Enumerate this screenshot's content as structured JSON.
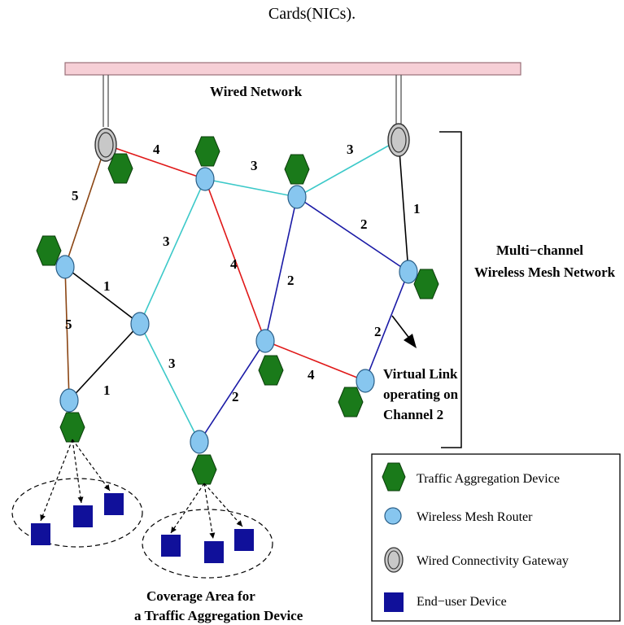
{
  "caption": "Cards(NICs).",
  "wired_network_label": "Wired Network",
  "mesh_label": [
    "Multi−channel",
    "Wireless Mesh Network"
  ],
  "virtual_link_label": [
    "Virtual Link",
    "operating on",
    "Channel 2"
  ],
  "coverage_label": [
    "Coverage Area for",
    "a Traffic Aggregation Device"
  ],
  "colors": {
    "wired_bar": "#f6cfd6",
    "router": "#87c6ef",
    "tad": "#1a7a1a",
    "gateway": "#c8c8c8",
    "enduser": "#10109a",
    "ch1": "#000000",
    "ch2": "#1a1aa6",
    "ch3": "#3cc9c9",
    "ch4": "#e01818",
    "ch5": "#8b4513"
  },
  "link_labels": [
    "4",
    "3",
    "3",
    "5",
    "1",
    "2",
    "3",
    "4",
    "2",
    "1",
    "5",
    "2",
    "3",
    "4",
    "1",
    "2"
  ],
  "legend": [
    {
      "icon": "traffic-aggregation-device-icon",
      "label": "Traffic Aggregation Device"
    },
    {
      "icon": "wireless-mesh-router-icon",
      "label": "Wireless Mesh Router"
    },
    {
      "icon": "wired-connectivity-gateway-icon",
      "label": "Wired Connectivity Gateway"
    },
    {
      "icon": "end-user-device-icon",
      "label": "End−user Device"
    }
  ]
}
